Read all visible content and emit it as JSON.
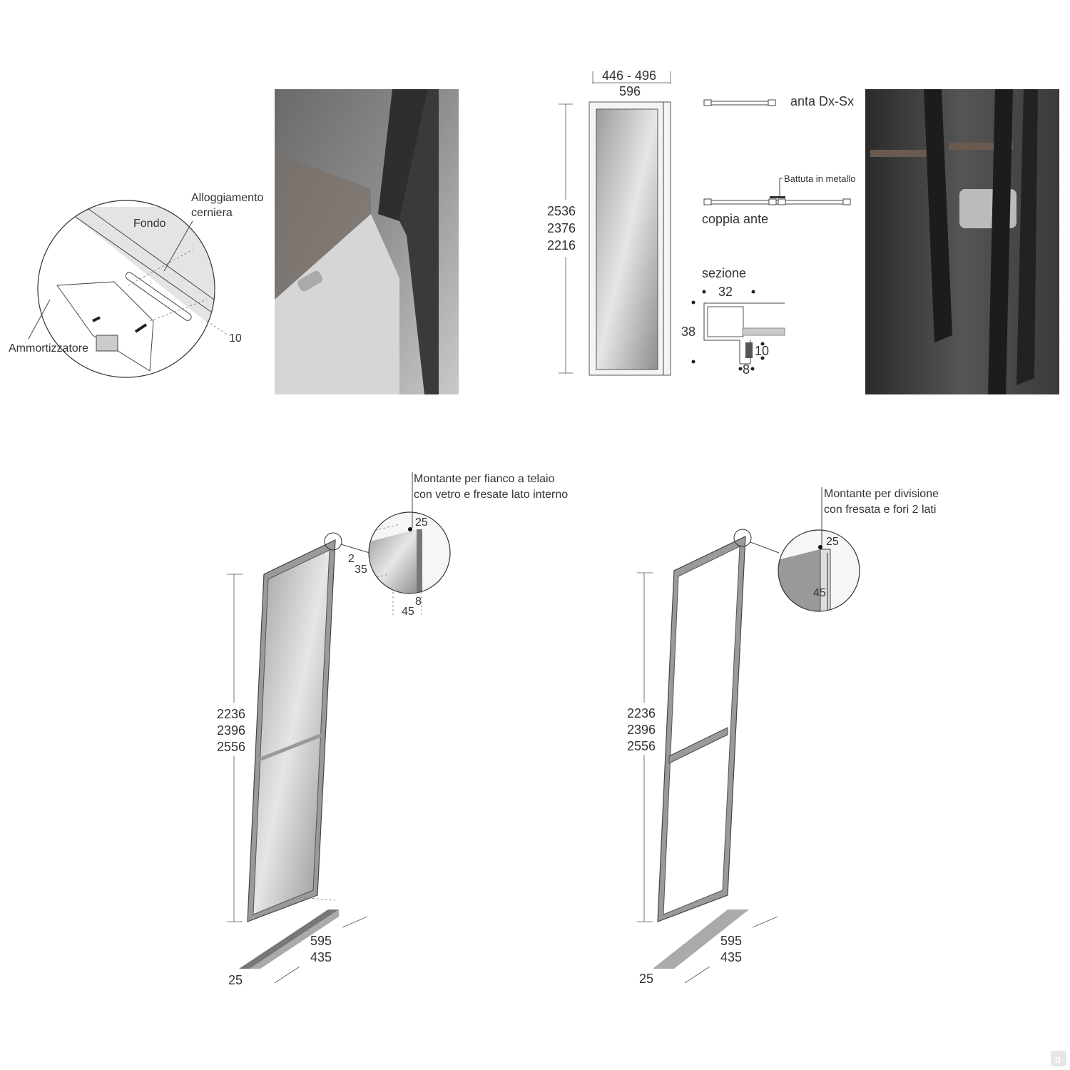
{
  "hinge_detail": {
    "label_housing_line1": "Alloggiamento",
    "label_housing_line2": "cerniera",
    "label_bottom": "Fondo",
    "label_damper": "Ammortizzatore",
    "dim_10": "10"
  },
  "door_elevation": {
    "width_range": "446 - 496",
    "width_max": "596",
    "heights": [
      "2536",
      "2376",
      "2216"
    ]
  },
  "plans": {
    "single_door": "anta Dx-Sx",
    "metal_stop": "Battuta in metallo",
    "door_pair": "coppia ante",
    "section_title": "sezione",
    "section_dims": {
      "width": "32",
      "height": "38",
      "groove_depth": "10",
      "groove_width": "8"
    }
  },
  "side_upright": {
    "callout_line1": "Montante per fianco a telaio",
    "callout_line2": "con vetro e fresate lato interno",
    "detail_dims": {
      "d25": "25",
      "d2": "2",
      "d35": "35",
      "d8": "8",
      "d45": "45"
    },
    "heights": [
      "2236",
      "2396",
      "2556"
    ],
    "depths": [
      "595",
      "435"
    ],
    "base_width": "25"
  },
  "divider_upright": {
    "callout_line1": "Montante per divisione",
    "callout_line2": "con fresata e fori 2 lati",
    "detail_dims": {
      "d25": "25",
      "d45": "45"
    },
    "heights": [
      "2236",
      "2396",
      "2556"
    ],
    "depths": [
      "595",
      "435"
    ],
    "base_width": "25"
  },
  "logo": {
    "letter": "d"
  }
}
